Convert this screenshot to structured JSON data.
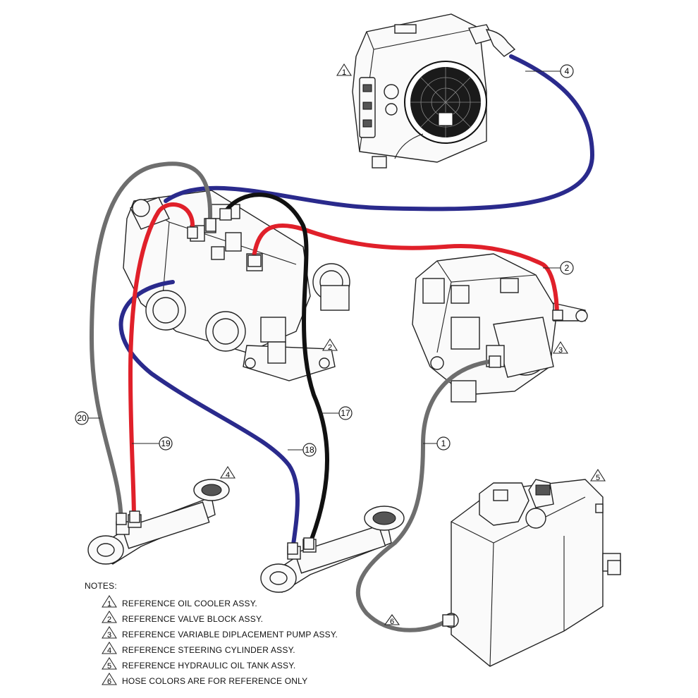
{
  "colors": {
    "blue": "#2a2a8c",
    "red": "#e0202a",
    "black": "#111111",
    "gray": "#6e6e6e",
    "line": "#222222"
  },
  "callouts": {
    "hose_4": "4",
    "hose_2": "2",
    "hose_1": "1",
    "hose_6": "6",
    "hose_17": "17",
    "hose_18": "18",
    "hose_19": "19",
    "hose_20": "20"
  },
  "triangles": {
    "oil_cooler": "1",
    "valve_block": "2",
    "pump": "3",
    "steering_cylinder": "4",
    "oil_tank": "5"
  },
  "notes": {
    "heading": "NOTES:",
    "items": [
      {
        "num": "1",
        "text": "REFERENCE OIL COOLER ASSY."
      },
      {
        "num": "2",
        "text": "REFERENCE VALVE BLOCK ASSY."
      },
      {
        "num": "3",
        "text": "REFERENCE VARIABLE DIPLACEMENT PUMP ASSY."
      },
      {
        "num": "4",
        "text": "REFERENCE STEERING CYLINDER ASSY."
      },
      {
        "num": "5",
        "text": "REFERENCE HYDRAULIC OIL TANK ASSY."
      },
      {
        "num": "6",
        "text": "HOSE COLORS ARE FOR REFERENCE ONLY"
      }
    ]
  }
}
